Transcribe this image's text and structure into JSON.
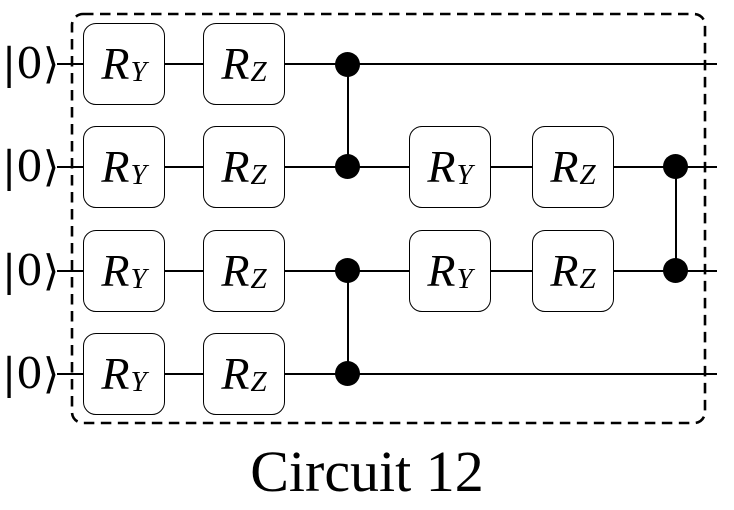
{
  "caption": "Circuit 12",
  "qubits": {
    "count": 4,
    "labels": [
      "|0⟩",
      "|0⟩",
      "|0⟩",
      "|0⟩"
    ]
  },
  "gate_labels": {
    "ry": {
      "base": "R",
      "sub": "Y"
    },
    "rz": {
      "base": "R",
      "sub": "Z"
    }
  },
  "colors": {
    "ink": "#000000",
    "background": "#ffffff"
  },
  "circuit_structure": {
    "boundary": "dashed rounded rectangle around all gates",
    "moments": [
      "RY on q0, q1, q2, q3",
      "RZ on q0, q1, q2, q3",
      "CZ(q0,q1) and CZ(q2,q3)",
      "RY on q1, q2",
      "RZ on q1, q2",
      "CZ(q1,q2)"
    ]
  }
}
